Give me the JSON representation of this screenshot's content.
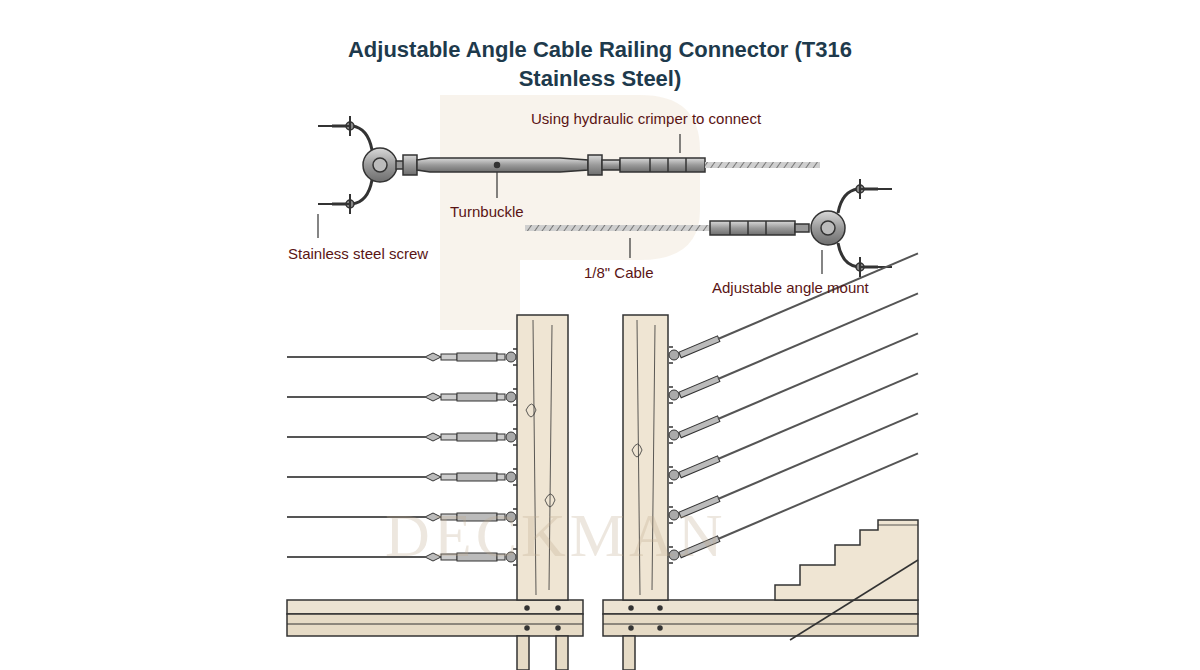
{
  "diagram": {
    "title": "Adjustable Angle Cable Railing Connector (T316 Stainless Steel)",
    "labels": [
      "Using hydraulic crimper to connect",
      "Turnbuckle",
      "Stainless steel screw",
      "1/8\" Cable",
      "Adjustable angle mount",
      "DECKMAN"
    ]
  }
}
